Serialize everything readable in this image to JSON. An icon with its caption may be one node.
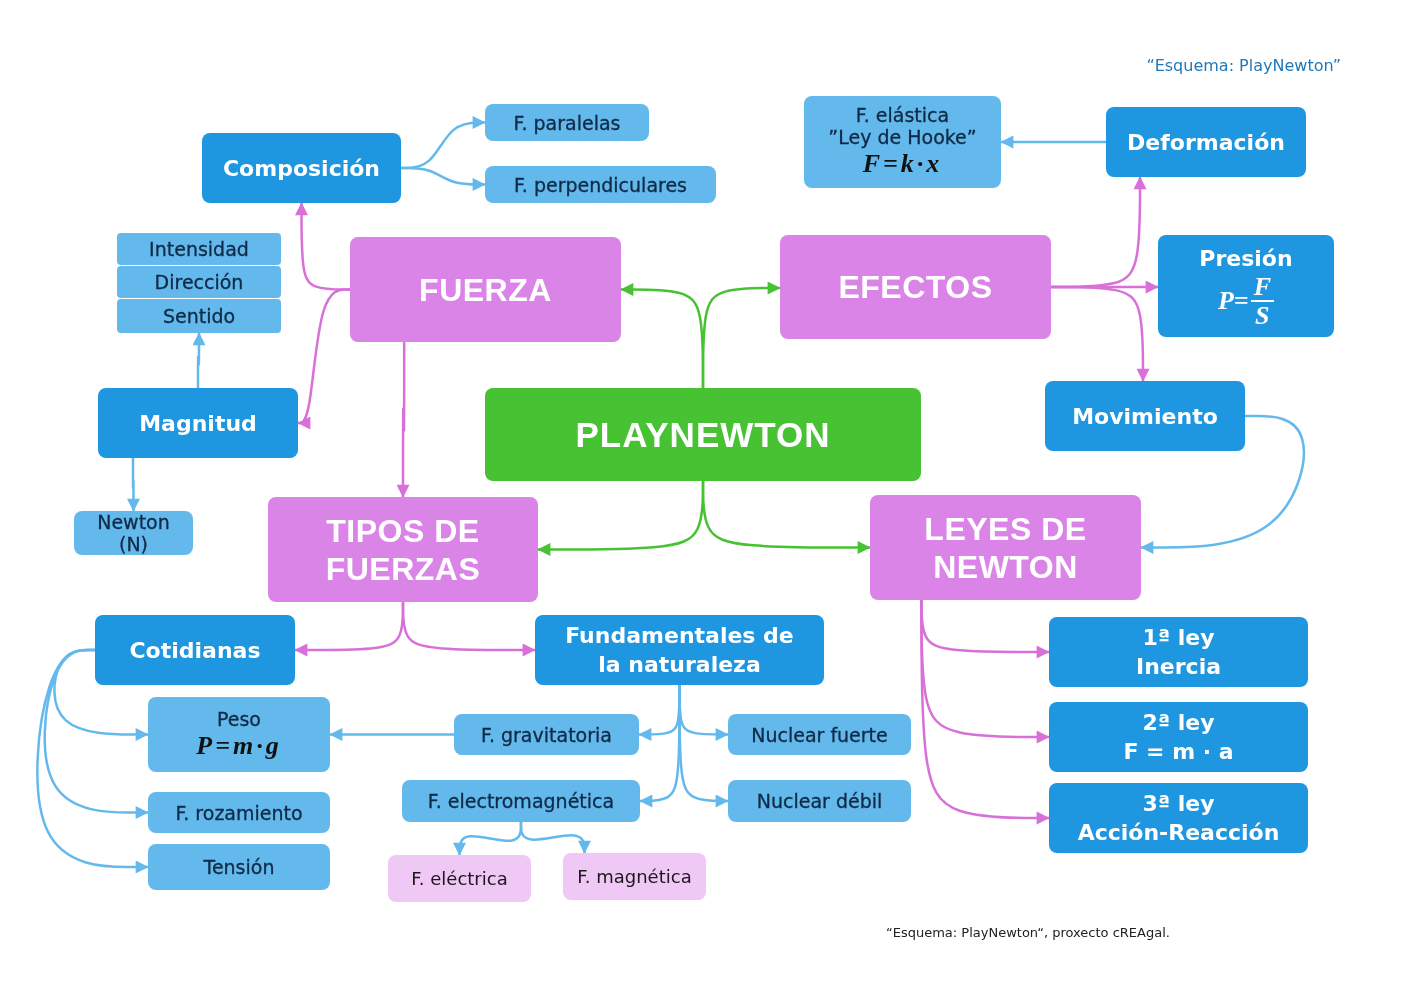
{
  "diagram": {
    "title": "“Esquema: PlayNewton”",
    "nodes": [
      {
        "text": [
          "Composición"
        ]
      },
      {
        "text": [
          "F. paralelas"
        ]
      },
      {
        "text": [
          "F. perpendiculares"
        ]
      },
      {
        "text": [
          "F. elástica",
          "”Ley de Hooke”",
          "F=k·x"
        ]
      },
      {
        "text": [
          "Deformación"
        ]
      },
      {
        "text": [
          "Intensidad"
        ]
      },
      {
        "text": [
          "Dirección"
        ]
      },
      {
        "text": [
          "Sentido"
        ]
      },
      {
        "text": [
          "FUERZA"
        ]
      },
      {
        "text": [
          "EFECTOS"
        ]
      },
      {
        "text": [
          "Presión",
          "P=",
          "F",
          "S"
        ]
      },
      {
        "text": [
          "Magnitud"
        ]
      },
      {
        "text": [
          "Movimiento"
        ]
      },
      {
        "text": [
          "PLAYNEWTON"
        ]
      },
      {
        "text": [
          "Newton (N)"
        ]
      },
      {
        "text": [
          "TIPOS DE FUERZAS"
        ]
      },
      {
        "text": [
          "LEYES DE NEWTON"
        ]
      },
      {
        "text": [
          "Cotidianas"
        ]
      },
      {
        "text": [
          "Fundamentales de la naturaleza"
        ]
      },
      {
        "text": [
          "1ª ley",
          "Inercia"
        ]
      },
      {
        "text": [
          "Peso",
          "P=m·g"
        ]
      },
      {
        "text": [
          "F. gravitatoria"
        ]
      },
      {
        "text": [
          "Nuclear fuerte"
        ]
      },
      {
        "text": [
          "2ª ley",
          "F = m · a"
        ]
      },
      {
        "text": [
          "F. rozamiento"
        ]
      },
      {
        "text": [
          "F. electromagnética"
        ]
      },
      {
        "text": [
          "Nuclear débil"
        ]
      },
      {
        "text": [
          "3ª ley",
          "Acción-Reacción"
        ]
      },
      {
        "text": [
          "Tensión"
        ]
      },
      {
        "text": [
          "F. eléctrica"
        ]
      },
      {
        "text": [
          "F. magnética"
        ]
      }
    ],
    "edges": [
      {
        "from": 13,
        "to": 8,
        "arrow": "to",
        "color": "#47c232"
      },
      {
        "from": 13,
        "to": 9,
        "arrow": "to",
        "color": "#47c232"
      },
      {
        "from": 13,
        "to": 15,
        "arrow": "to",
        "color": "#47c232"
      },
      {
        "from": 13,
        "to": 16,
        "arrow": "to",
        "color": "#47c232"
      },
      {
        "from": 8,
        "to": 0,
        "arrow": "to",
        "color": "#d870d8"
      },
      {
        "from": 8,
        "to": 11,
        "arrow": "to",
        "color": "#d870d8"
      },
      {
        "from": 8,
        "to": 15,
        "arrow": "to",
        "color": "#d870d8"
      },
      {
        "from": 0,
        "to": 1,
        "arrow": "to"
      },
      {
        "from": 0,
        "to": 2,
        "arrow": "to"
      },
      {
        "from": 11,
        "to": 7,
        "arrow": "to"
      },
      {
        "from": 11,
        "to": 14,
        "arrow": "to"
      },
      {
        "from": 9,
        "to": 4,
        "arrow": "to",
        "color": "#d870d8"
      },
      {
        "from": 9,
        "to": 10,
        "arrow": "to",
        "color": "#d870d8"
      },
      {
        "from": 9,
        "to": 12,
        "arrow": "to",
        "color": "#d870d8"
      },
      {
        "from": 4,
        "to": 3,
        "arrow": "to"
      },
      {
        "from": 12,
        "to": 16,
        "arrow": "to"
      },
      {
        "from": 15,
        "to": 17,
        "arrow": "to",
        "color": "#d870d8"
      },
      {
        "from": 15,
        "to": 18,
        "arrow": "to",
        "color": "#d870d8"
      },
      {
        "from": 16,
        "to": 19,
        "arrow": "to",
        "color": "#d870d8"
      },
      {
        "from": 16,
        "to": 23,
        "arrow": "to",
        "color": "#d870d8"
      },
      {
        "from": 16,
        "to": 27,
        "arrow": "to",
        "color": "#d870d8"
      },
      {
        "from": 17,
        "to": 20,
        "arrow": "to"
      },
      {
        "from": 17,
        "to": 24,
        "arrow": "to"
      },
      {
        "from": 17,
        "to": 28,
        "arrow": "to"
      },
      {
        "from": 18,
        "to": 21,
        "arrow": "to"
      },
      {
        "from": 18,
        "to": 22,
        "arrow": "to"
      },
      {
        "from": 18,
        "to": 25,
        "arrow": "to"
      },
      {
        "from": 18,
        "to": 26,
        "arrow": "to"
      },
      {
        "from": 21,
        "to": 20,
        "arrow": "to"
      },
      {
        "from": 25,
        "to": 29,
        "arrow": "to"
      },
      {
        "from": 25,
        "to": 30,
        "arrow": "to"
      }
    ],
    "labels": [
      "“Esquema: PlayNewton“, proxecto cREAgal."
    ]
  }
}
